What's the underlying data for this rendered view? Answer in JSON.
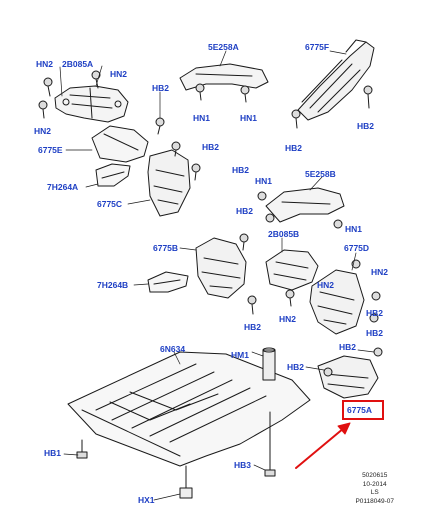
{
  "callouts": {
    "hn2_a": "HN2",
    "b2b085a": "2B085A",
    "hn2_b": "HN2",
    "hn2_c": "HN2",
    "e5e258a": "5E258A",
    "f6775f": "6775F",
    "hb2_a": "HB2",
    "hn1_a": "HN1",
    "hn1_b": "HN1",
    "hb2_b": "HB2",
    "hb2_c": "HB2",
    "e6775e": "6775E",
    "hb2_d": "HB2",
    "h7h264a": "7H264A",
    "hb2_e": "HB2",
    "hn1_c": "HN1",
    "e5e258b": "5E258B",
    "c6775c": "6775C",
    "hb2_f": "HB2",
    "hn1_d": "HN1",
    "b6775b": "6775B",
    "b2b085b": "2B085B",
    "d6775d": "6775D",
    "hn2_d": "HN2",
    "h7h264b": "7H264B",
    "hn2_e": "HN2",
    "hb2_g": "HB2",
    "hb2_h": "HB2",
    "hn2_f": "HN2",
    "hb2_i": "HB2",
    "n6n634": "6N634",
    "hm1": "HM1",
    "hb2_j": "HB2",
    "hb2_k": "HB2",
    "a6775a": "6775A",
    "hb1": "HB1",
    "hb3": "HB3",
    "hx1": "HX1"
  },
  "footer": {
    "line1": "5020615",
    "line2": "10-2014",
    "line3": "LS",
    "line4": "P0118049-07"
  },
  "colors": {
    "callout": "#1e3fc4",
    "highlight": "#e01010",
    "line": "#1a1a1a"
  }
}
